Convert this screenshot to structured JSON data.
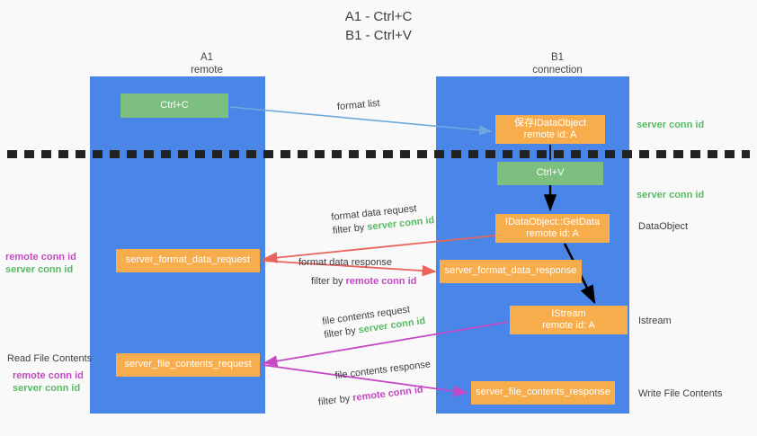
{
  "title": {
    "line1": "A1 - Ctrl+C",
    "line2": "B1 - Ctrl+V"
  },
  "columns": [
    {
      "name": "A1",
      "role": "remote"
    },
    {
      "name": "B1",
      "role": "connection"
    }
  ],
  "colors": {
    "lane": "#4a86e8",
    "node_green": "#7cbf7e",
    "node_orange": "#f8ad4c",
    "server_conn_id": "#57bb63",
    "remote_conn_id": "#c548c5",
    "arrow_blue": "#6fa8dc",
    "arrow_red": "#e8635a",
    "arrow_magenta": "#c548c5",
    "arrow_black": "#000000",
    "background": "#f9f9f9"
  },
  "nodes": [
    {
      "id": "ctrl-c",
      "label": "Ctrl+C",
      "sub": "",
      "color": "green",
      "lane": "A1"
    },
    {
      "id": "save-ido",
      "label": "保存IDataObject",
      "sub": "remote id: A",
      "color": "orange",
      "lane": "B1"
    },
    {
      "id": "ctrl-v",
      "label": "Ctrl+V",
      "sub": "",
      "color": "green",
      "lane": "B1"
    },
    {
      "id": "getdata",
      "label": "IDataObject::GetData",
      "sub": "remote id: A",
      "color": "orange",
      "lane": "B1"
    },
    {
      "id": "fmt-req",
      "label": "server_format_data_request",
      "sub": "",
      "color": "orange",
      "lane": "A1"
    },
    {
      "id": "fmt-res",
      "label": "server_format_data_response",
      "sub": "",
      "color": "orange",
      "lane": "B1"
    },
    {
      "id": "istream",
      "label": "IStream",
      "sub": "remote id: A",
      "color": "orange",
      "lane": "B1"
    },
    {
      "id": "file-req",
      "label": "server_file_contents_request",
      "sub": "",
      "color": "orange",
      "lane": "A1"
    },
    {
      "id": "file-res",
      "label": "server_file_contents_response",
      "sub": "",
      "color": "orange",
      "lane": "B1"
    }
  ],
  "edge_labels": {
    "format_list": "format list",
    "format_data_request": "format data request",
    "format_data_request_filter_prefix": "filter by ",
    "format_data_request_filter_key": "server conn id",
    "format_data_response": "format data response",
    "format_data_response_filter_prefix": "filter by ",
    "format_data_response_filter_key": "remote conn id",
    "file_contents_request": "file contents request",
    "file_contents_request_filter_prefix": "filter by ",
    "file_contents_request_filter_key": "server conn id",
    "file_contents_response": "file contents response",
    "file_contents_response_filter_prefix": "filter by ",
    "file_contents_response_filter_key": "remote conn id"
  },
  "annotations": {
    "left_remote_conn_id": "remote conn id",
    "left_server_conn_id": "server conn id",
    "read_file_contents": "Read File Contents",
    "read_remote_conn_id": "remote conn id",
    "read_server_conn_id": "server conn id",
    "right_server_conn_id_top": "server conn id",
    "right_server_conn_id_second": "server conn id",
    "right_dataobject": "DataObject",
    "right_istream": "Istream",
    "right_write_file_contents": "Write File Contents"
  }
}
